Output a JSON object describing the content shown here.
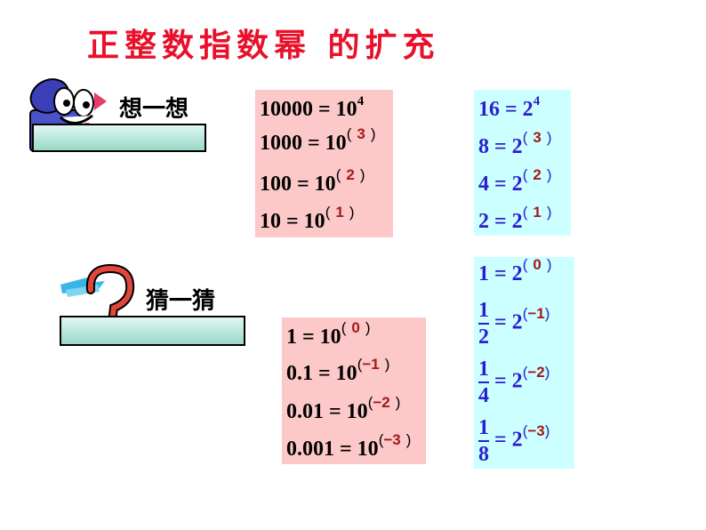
{
  "title": "正整数指数幂 的扩充",
  "think": {
    "label": "想一想",
    "pink_rows": [
      {
        "lhs": "10000 = 10",
        "exp": "4",
        "ans": ""
      },
      {
        "lhs": "1000 = 10",
        "exp": "",
        "ans": "3"
      },
      {
        "lhs": "100 = 10",
        "exp": "",
        "ans": "2"
      },
      {
        "lhs": "10 = 10",
        "exp": "",
        "ans": "1"
      }
    ],
    "cyan_rows": [
      {
        "lhs": "16 = 2",
        "exp": "4",
        "ans": ""
      },
      {
        "lhs": "8 = 2",
        "exp": "",
        "ans": "3"
      },
      {
        "lhs": "4 = 2",
        "exp": "",
        "ans": "2"
      },
      {
        "lhs": "2 = 2",
        "exp": "",
        "ans": "1"
      }
    ]
  },
  "guess": {
    "label": "猜一猜",
    "pink_rows": [
      {
        "lhs": "1 = 10",
        "ans": "0"
      },
      {
        "lhs": "0.1 = 10",
        "ans": "−1"
      },
      {
        "lhs": "0.01 = 10",
        "ans": "−2"
      },
      {
        "lhs": "0.001 = 10",
        "ans": "−3"
      }
    ],
    "cyan_first": {
      "lhs": "1 = 2",
      "ans": "0"
    },
    "cyan_fracs": [
      {
        "num": "1",
        "den": "2",
        "rhs": "= 2",
        "ans": "−1"
      },
      {
        "num": "1",
        "den": "4",
        "rhs": "= 2",
        "ans": "−2"
      },
      {
        "num": "1",
        "den": "8",
        "rhs": "= 2",
        "ans": "−3"
      }
    ]
  },
  "colors": {
    "title": "#e8102a",
    "answer": "#a11b1b",
    "blue": "#2a1fcf",
    "pink": "#fcc8c8",
    "cyan": "#ccffff"
  }
}
